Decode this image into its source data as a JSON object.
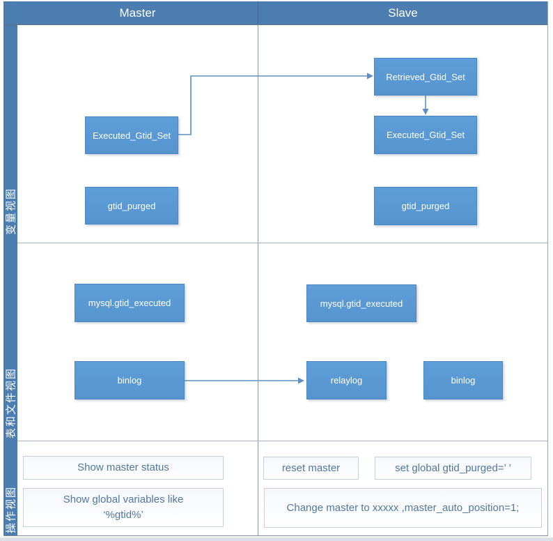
{
  "colors": {
    "header_blue": "#4b7db0",
    "node_blue": "#5b9bd5",
    "connector_blue": "#5d8fc2",
    "operation_text_blue": "#50779f"
  },
  "header": {
    "master_label": "Master",
    "slave_label": "Slave"
  },
  "sidebar": {
    "sections": [
      {
        "label": "变量视图"
      },
      {
        "label": "表和文件视图"
      },
      {
        "label": "操作视图"
      }
    ]
  },
  "variables_view": {
    "master": {
      "executed_gtid_set": "Executed_Gtid_Set",
      "gtid_purged": "gtid_purged"
    },
    "slave": {
      "retrieved_gtid_set": "Retrieved_Gtid_Set",
      "executed_gtid_set": "Executed_Gtid_Set",
      "gtid_purged": "gtid_purged"
    }
  },
  "files_view": {
    "master": {
      "gtid_table": "mysql.gtid_executed",
      "binlog": "binlog"
    },
    "slave": {
      "gtid_table": "mysql.gtid_executed",
      "relaylog": "relaylog",
      "binlog": "binlog"
    }
  },
  "operations_view": {
    "master": {
      "show_master_status": "Show master status",
      "show_global_variables": "Show global variables like\n‘%gtid%’"
    },
    "slave": {
      "reset_master": "reset master",
      "set_global_gtid_purged": "set global gtid_purged=’  ’",
      "change_master": "Change master to xxxxx ,master_auto_position=1;"
    }
  }
}
